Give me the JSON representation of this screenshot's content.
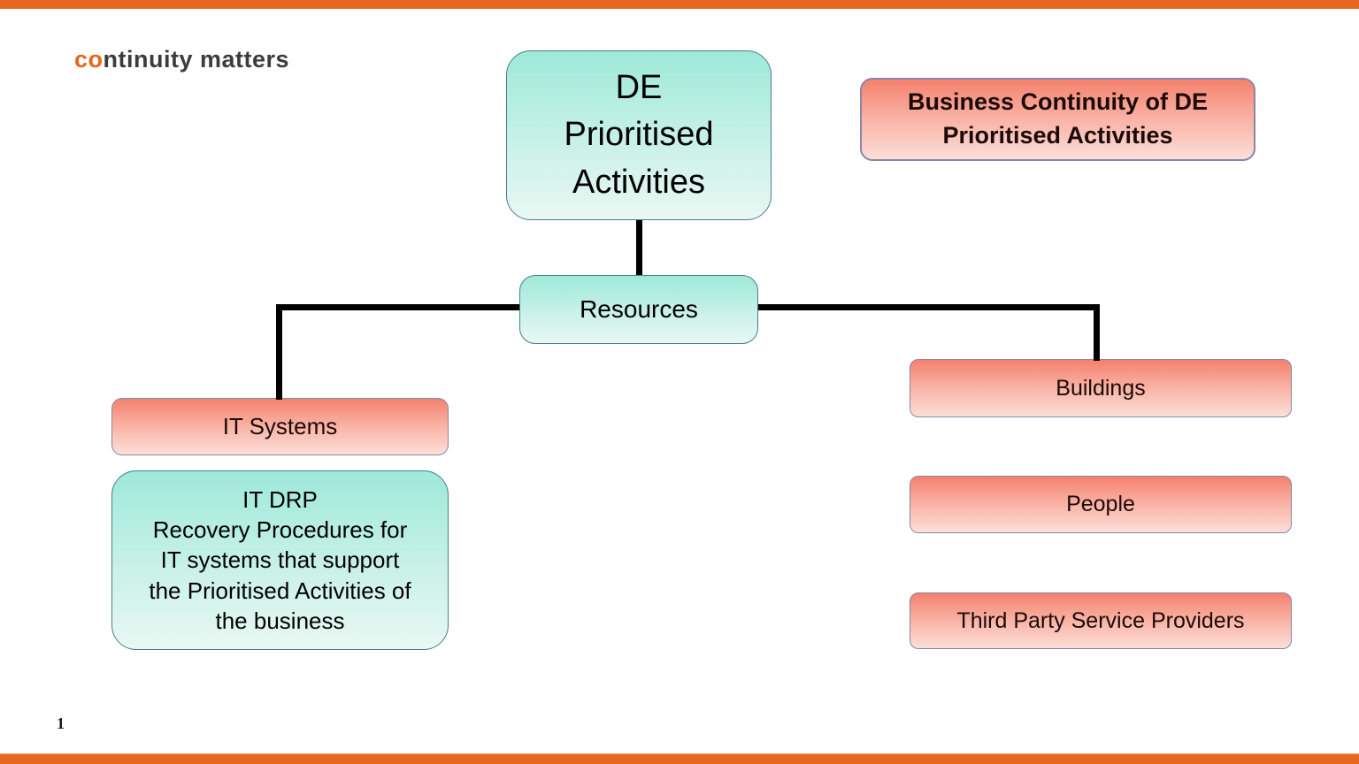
{
  "slide": {
    "page_number": "1",
    "accent_color": "#e8671e",
    "teal_gradient_top": "#9ee9da",
    "teal_gradient_bottom": "#e9f8f2",
    "pink_gradient_top": "#f4816d",
    "pink_gradient_bottom": "#fcdfd9"
  },
  "logo": {
    "prefix": "co",
    "rest": "ntinuity matters"
  },
  "diagram": {
    "root_label": "DE\nPrioritised\nActivities",
    "title_label": "Business Continuity of DE\nPrioritised Activities",
    "resources_label": "Resources",
    "it_systems_label": "IT Systems",
    "it_drp_label": "IT DRP\nRecovery Procedures for\nIT systems that support\nthe Prioritised Activities of\nthe business",
    "buildings_label": "Buildings",
    "people_label": "People",
    "third_party_label": "Third Party Service Providers"
  }
}
